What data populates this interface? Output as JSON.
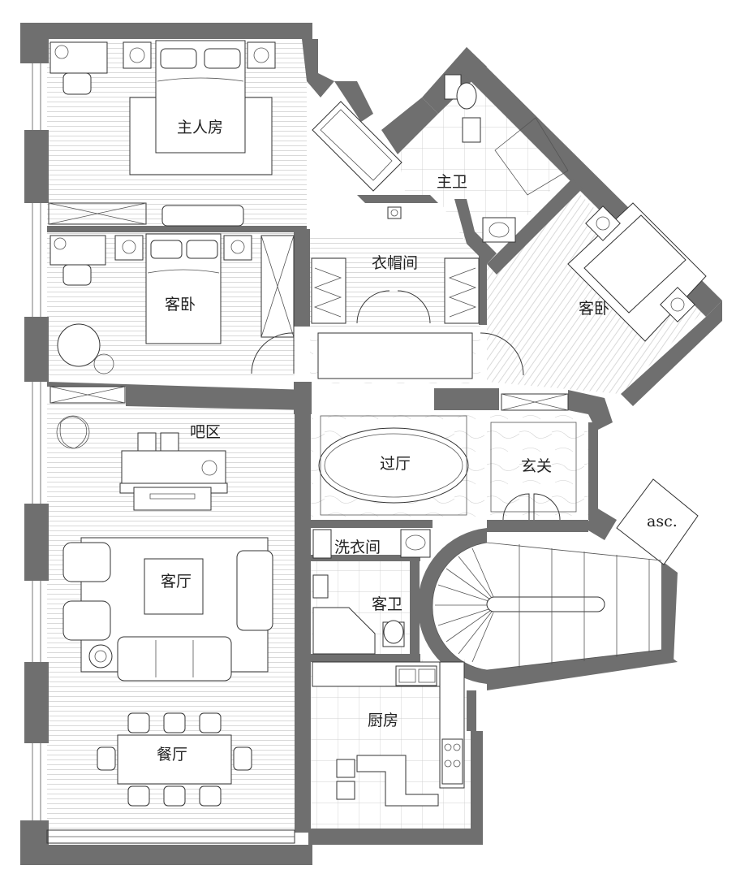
{
  "rooms": {
    "master_bedroom": "主人房",
    "master_bath": "主卫",
    "guest_bedroom_left": "客卧",
    "guest_bedroom_right": "客卧",
    "cloakroom": "衣帽间",
    "bar_area": "吧区",
    "hall": "过厅",
    "foyer": "玄关",
    "laundry": "洗衣间",
    "guest_bath": "客卫",
    "living_room": "客厅",
    "kitchen": "厨房",
    "dining_room": "餐厅",
    "elevator": "asc."
  },
  "colors": {
    "wall": "#6f6f6f",
    "line": "#3a3a3a",
    "background": "#ffffff"
  }
}
